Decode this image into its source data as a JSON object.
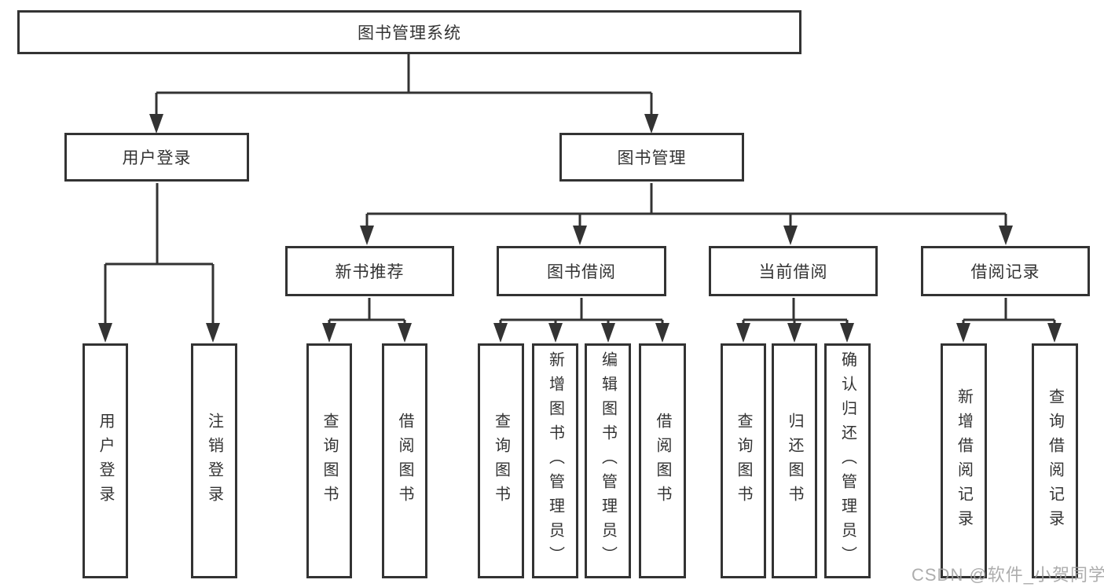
{
  "diagram": {
    "root": "图书管理系统",
    "user_login": {
      "label": "用户登录",
      "children": [
        "用户登录",
        "注销登录"
      ]
    },
    "book_management": {
      "label": "图书管理"
    },
    "groups": [
      {
        "label": "新书推荐",
        "children": [
          "查询图书",
          "借阅图书"
        ]
      },
      {
        "label": "图书借阅",
        "children": [
          "查询图书",
          "新增图书（管理员）",
          "编辑图书（管理员）",
          "借阅图书"
        ]
      },
      {
        "label": "当前借阅",
        "children": [
          "查询图书",
          "归还图书",
          "确认归还（管理员）"
        ]
      },
      {
        "label": "借阅记录",
        "children": [
          "新增借阅记录",
          "查询借阅记录"
        ]
      }
    ]
  },
  "watermark": "CSDN @软件_小贺同学",
  "colors": {
    "line": "#333333",
    "text": "#333333",
    "watermark": "#9f9f9f",
    "background": "#ffffff"
  }
}
